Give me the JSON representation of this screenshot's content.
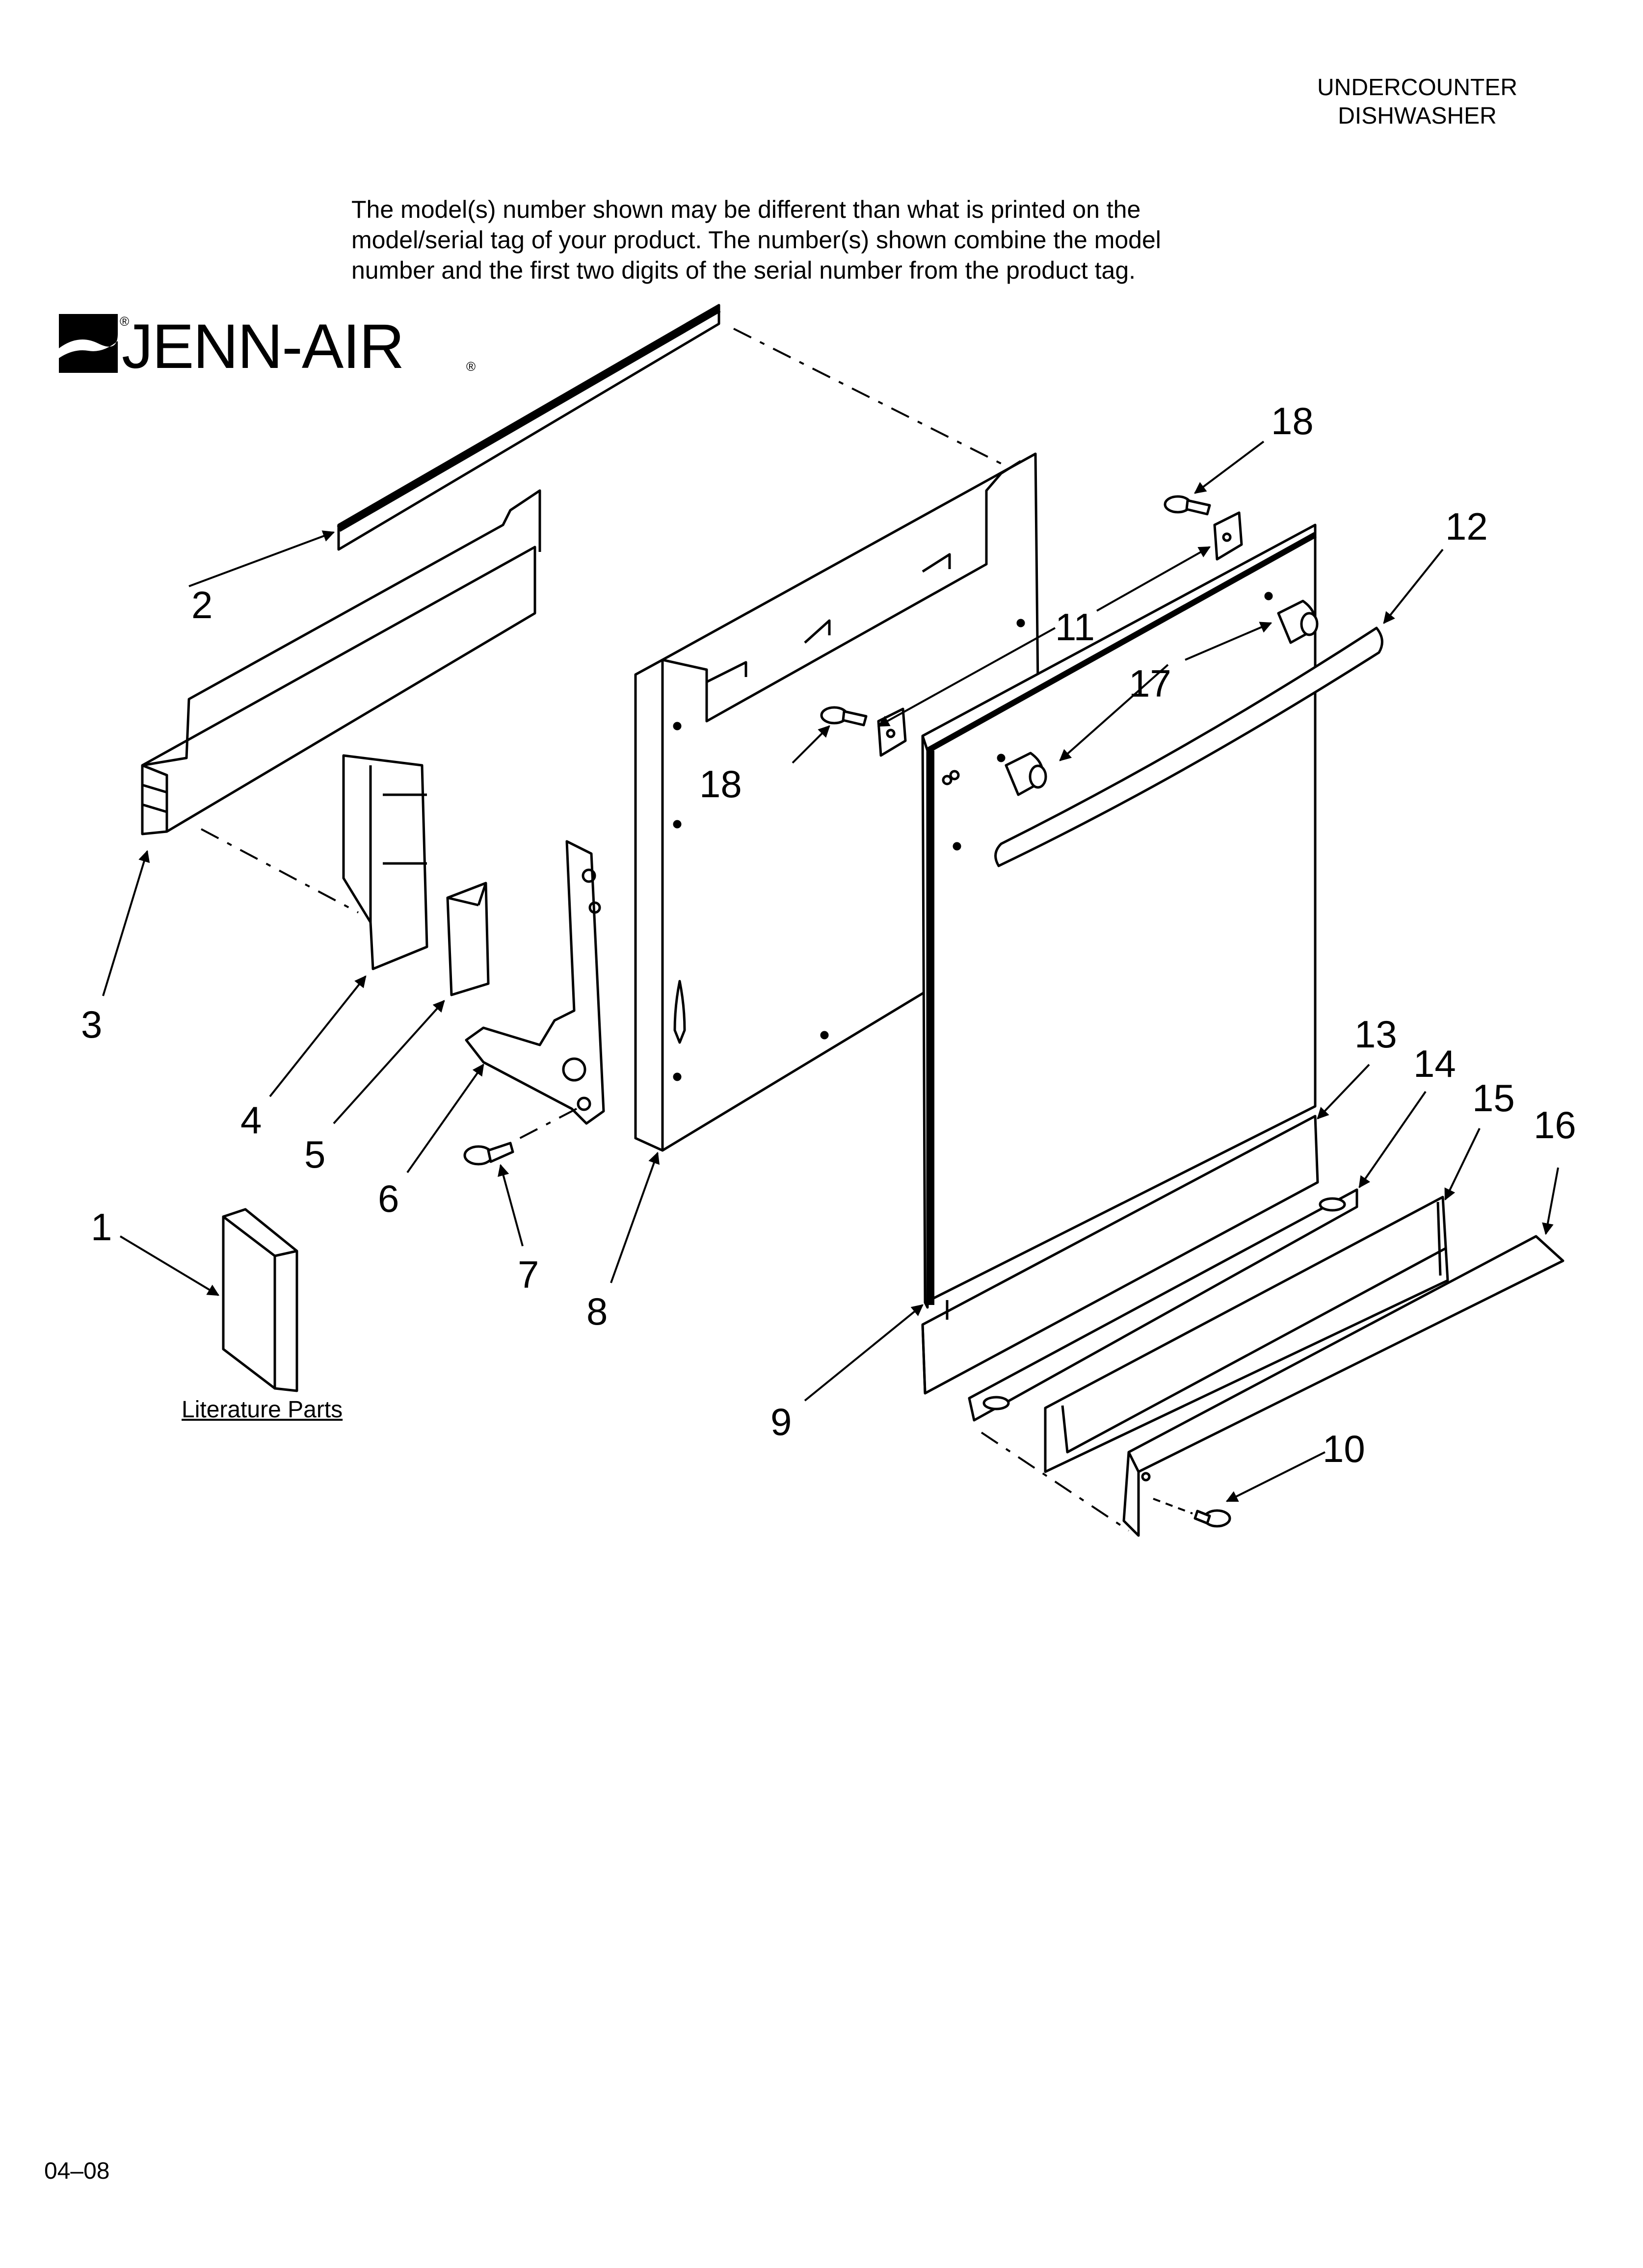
{
  "header": {
    "line1": "UNDERCOUNTER",
    "line2": "DISHWASHER"
  },
  "disclaimer": {
    "line1": "The model(s) number shown may be different than what is printed on the",
    "line2": "model/serial tag of your product. The number(s) shown combine the model",
    "line3": "number and the first two digits of the serial number from the product tag."
  },
  "logo": {
    "text": "JENN-AIR"
  },
  "literature_label": "Literature Parts",
  "footer_code": "04–08",
  "callouts": {
    "c1": "1",
    "c2": "2",
    "c3": "3",
    "c4": "4",
    "c5": "5",
    "c6": "6",
    "c7": "7",
    "c8": "8",
    "c9": "9",
    "c10": "10",
    "c11": "11",
    "c12": "12",
    "c13": "13",
    "c14": "14",
    "c15": "15",
    "c16": "16",
    "c17": "17",
    "c18a": "18",
    "c18b": "18"
  }
}
